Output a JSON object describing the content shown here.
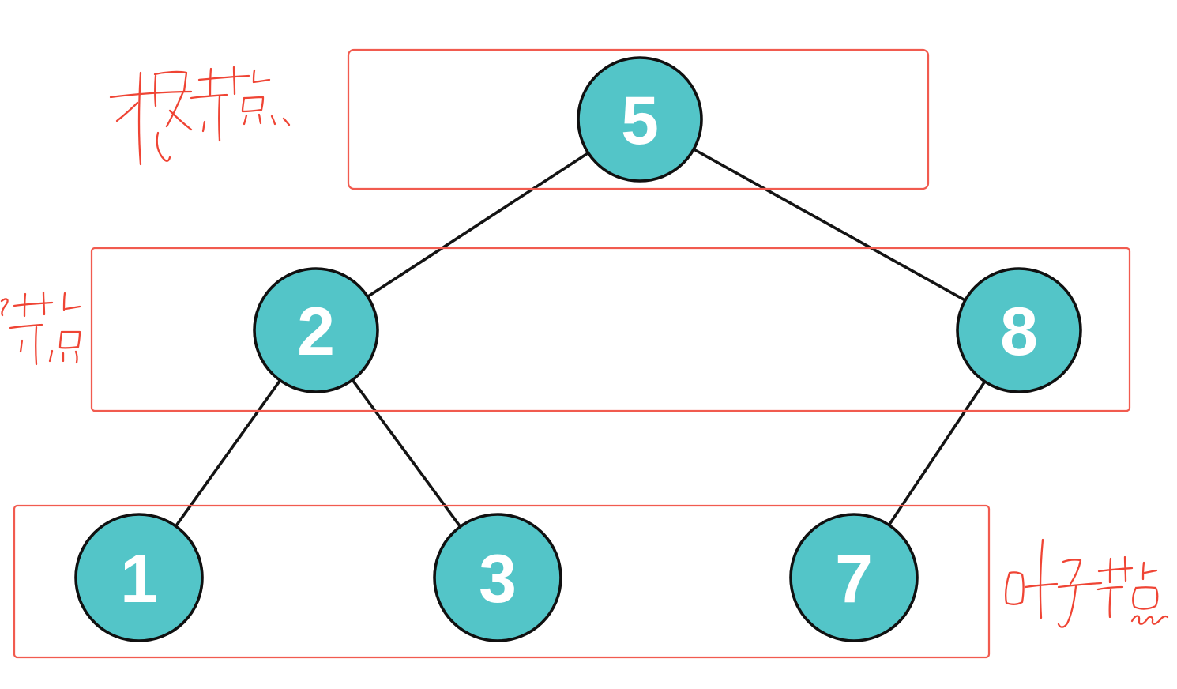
{
  "colors": {
    "background": "#ffffff",
    "node_fill": "#53c5c8",
    "node_border": "#101010",
    "node_text": "#ffffff",
    "edge": "#141414",
    "level_box": "#f15b4f",
    "handwriting": "#ef4434"
  },
  "tree": {
    "nodes": [
      {
        "id": "node-5",
        "value": "5",
        "role": "root"
      },
      {
        "id": "node-2",
        "value": "2",
        "role": "internal"
      },
      {
        "id": "node-8",
        "value": "8",
        "role": "internal"
      },
      {
        "id": "node-1",
        "value": "1",
        "role": "leaf"
      },
      {
        "id": "node-3",
        "value": "3",
        "role": "leaf"
      },
      {
        "id": "node-7",
        "value": "7",
        "role": "leaf"
      }
    ],
    "edges": [
      {
        "from": "5",
        "to": "2"
      },
      {
        "from": "5",
        "to": "8"
      },
      {
        "from": "2",
        "to": "1"
      },
      {
        "from": "2",
        "to": "3"
      },
      {
        "from": "8",
        "to": "7"
      }
    ]
  },
  "annotations": [
    {
      "id": "root-label",
      "text": "根节点",
      "position": "top-left"
    },
    {
      "id": "internal-label",
      "text": "节点",
      "position": "middle-left",
      "truncated": true
    },
    {
      "id": "leaf-label",
      "text": "叶子节点",
      "position": "bottom-right"
    }
  ]
}
